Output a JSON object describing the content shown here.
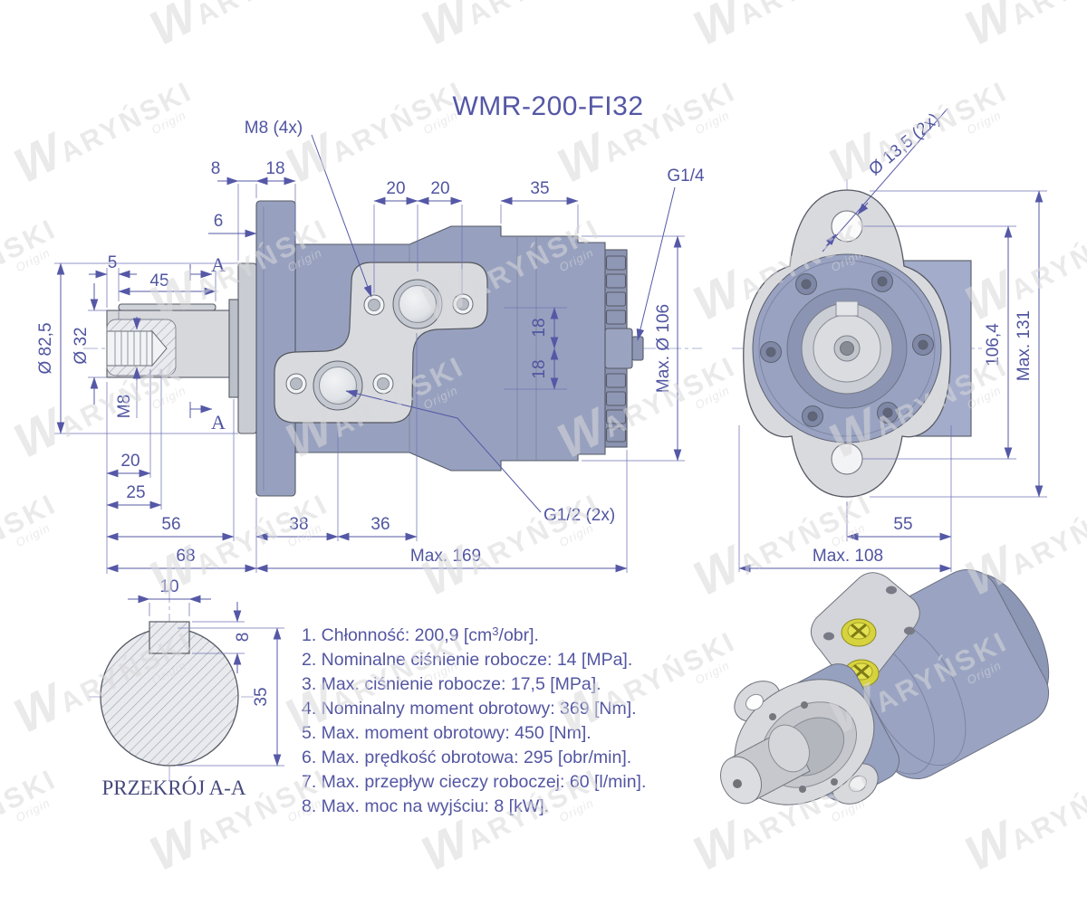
{
  "title": "WMR-200-FI32",
  "watermark": {
    "brand_w": "W",
    "brand": "ARYŃSKI",
    "origin": "Origin"
  },
  "colors": {
    "dimension_accent": "#5558a6",
    "body_fill": "#97a1bf",
    "plate_fill": "#d8dade",
    "shaft_fill": "#d6d8dc",
    "plug_yellow": "#d6d33e",
    "watermark_gray": "#d9d9db"
  },
  "side_view": {
    "labels": {
      "m8_4x": "M8 (4x)",
      "g14": "G1/4",
      "g12": "G1/2 (2x)",
      "m8_shaft": "M8",
      "a_top": "A",
      "a_bottom": "A"
    },
    "dims": {
      "d8": "8",
      "d18": "18",
      "d6": "6",
      "d20a": "20",
      "d20b": "20",
      "d35": "35",
      "d5": "5",
      "d45": "45",
      "dia82_5": "Ø 82,5",
      "dia32": "Ø 32",
      "d20c": "20",
      "d25": "25",
      "d56": "56",
      "d68": "68",
      "d38": "38",
      "d36": "36",
      "dmax169": "Max. 169",
      "d18r_a": "18",
      "d18r_b": "18",
      "dmax106": "Max. Ø 106"
    }
  },
  "front_view": {
    "dims": {
      "dia13_5": "Ø 13,5 (2x)",
      "d106_4": "106,4",
      "dmax131": "Max. 131",
      "d55": "55",
      "dmax108": "Max. 108"
    }
  },
  "section_view": {
    "caption": "PRZEKRÓJ A-A",
    "dims": {
      "d10": "10",
      "d8": "8",
      "d35": "35"
    }
  },
  "specs": {
    "items": [
      {
        "pre": "1. Chłonność: 200,9 [cm",
        "sup": "3",
        "post": "/obr]."
      },
      {
        "pre": "2. Nominalne ciśnienie robocze: 14 [MPa].",
        "sup": "",
        "post": ""
      },
      {
        "pre": "3. Max. ciśnienie robocze: 17,5 [MPa].",
        "sup": "",
        "post": ""
      },
      {
        "pre": "4. Nominalny moment obrotowy: 369 [Nm].",
        "sup": "",
        "post": ""
      },
      {
        "pre": "5. Max. moment obrotowy: 450 [Nm].",
        "sup": "",
        "post": ""
      },
      {
        "pre": "6. Max. prędkość obrotowa: 295 [obr/min].",
        "sup": "",
        "post": ""
      },
      {
        "pre": "7. Max. przepływ cieczy roboczej: 60 [l/min].",
        "sup": "",
        "post": ""
      },
      {
        "pre": "8. Max. moc na wyjściu: 8 [kW].",
        "sup": "",
        "post": ""
      }
    ]
  }
}
